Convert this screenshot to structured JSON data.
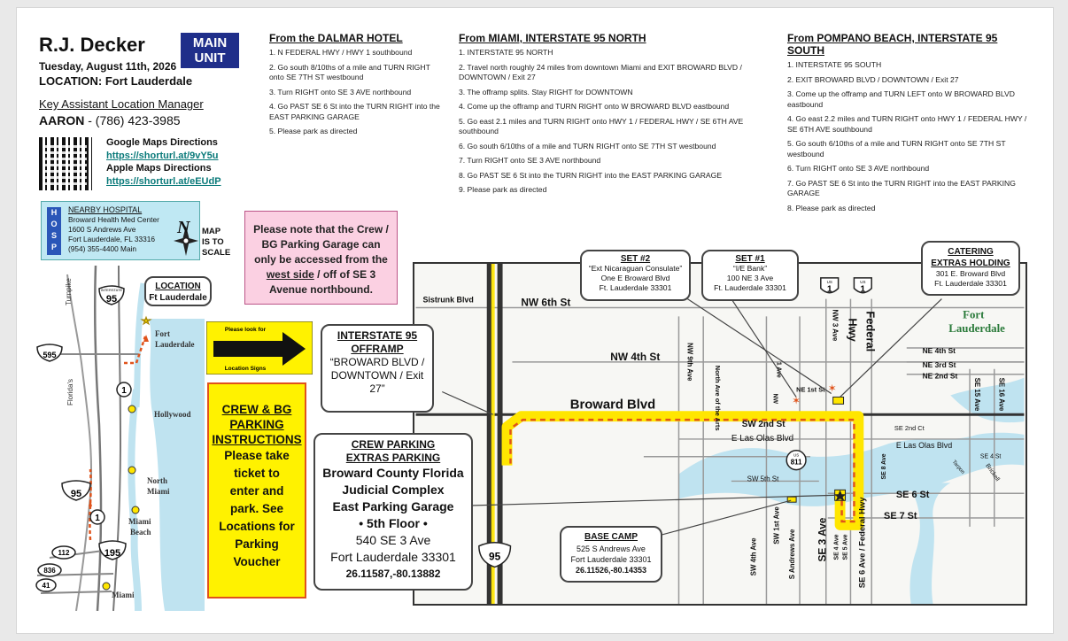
{
  "header": {
    "name": "R.J. Decker",
    "date": "Tuesday, August 11th, 2026",
    "location": "LOCATION: Fort Lauderdale",
    "unit_badge": [
      "MAIN",
      "UNIT"
    ],
    "contact_title": "Key Assistant Location Manager",
    "contact_name": "AARON",
    "contact_phone": " - (786) 423-3985",
    "google_label": "Google Maps Directions",
    "google_url": "https://shorturl.at/9vY5u",
    "apple_label": "Apple Maps Directions",
    "apple_url": "https://shorturl.at/eEUdP"
  },
  "directions": [
    {
      "heading": "From the DALMAR HOTEL",
      "steps": [
        "1. N FEDERAL HWY / HWY 1 southbound",
        "2. Go south 8/10ths of a mile and TURN RIGHT onto SE 7TH ST westbound",
        "3. Turn RIGHT onto SE 3 AVE northbound",
        "4. Go PAST SE 6 St into the TURN RIGHT into the EAST PARKING GARAGE",
        "5. Please park as directed"
      ]
    },
    {
      "heading": "From MIAMI, INTERSTATE 95 NORTH",
      "steps": [
        "1. INTERSTATE 95 NORTH",
        "2. Travel north roughly 24 miles from downtown Miami and EXIT BROWARD BLVD / DOWNTOWN / Exit 27",
        "3. The offramp splits. Stay RIGHT for DOWNTOWN",
        "4. Come up the offramp and TURN RIGHT onto W BROWARD BLVD eastbound",
        "5. Go east 2.1 miles and TURN RIGHT onto HWY 1 / FEDERAL HWY / SE 6TH AVE southbound",
        "6. Go south 6/10ths of a mile and TURN RIGHT onto SE 7TH ST westbound",
        "7. Turn RIGHT onto SE 3 AVE northbound",
        "8. Go PAST SE 6 St into the TURN RIGHT into the EAST PARKING GARAGE",
        "9. Please park as directed"
      ]
    },
    {
      "heading": "From POMPANO BEACH, INTERSTATE 95 SOUTH",
      "steps": [
        "1. INTERSTATE 95 SOUTH",
        "2. EXIT BROWARD BLVD / DOWNTOWN / Exit 27",
        "3. Come up the offramp and TURN LEFT onto W BROWARD BLVD eastbound",
        "4. Go east 2.2 miles and TURN RIGHT onto HWY 1 / FEDERAL HWY / SE 6TH AVE southbound",
        "5. Go south 6/10ths of a mile and TURN RIGHT onto SE 7TH ST westbound",
        "6. Turn RIGHT onto SE 3 AVE northbound",
        "7. Go PAST SE 6 St into the TURN RIGHT into the EAST PARKING GARAGE",
        "8. Please park as directed"
      ]
    }
  ],
  "hospital": {
    "badge": "HOSP",
    "title": "NEARBY HOSPITAL",
    "name": "Broward Health Med Center",
    "street": "1600 S Andrews Ave",
    "city": "Fort Lauderdale, FL 33316",
    "phone": "(954) 355-4400 Main"
  },
  "compass": {
    "letter": "N",
    "scale_note": [
      "MAP",
      "IS TO",
      "SCALE"
    ]
  },
  "note": {
    "before": "Please note that the Crew / BG Parking Garage can only be accessed from the ",
    "emph": "west side",
    "after": " / off of SE 3 Avenue northbound."
  },
  "look_for": {
    "line1": "Please look for",
    "line2": "Location Signs"
  },
  "crew_instructions": {
    "heading": [
      "CREW & BG",
      "PARKING",
      "INSTRUCTIONS"
    ],
    "body": [
      "Please take",
      "ticket to",
      "enter and",
      "park.  See",
      "Locations for",
      "Parking",
      "Voucher"
    ]
  },
  "overview_map": {
    "location_title": "LOCATION",
    "location_sub": "Ft Lauderdale",
    "places": [
      "Fort",
      "Lauderdale",
      "Hollywood",
      "North",
      "Miami",
      "Miami",
      "Beach",
      "Miami"
    ],
    "roads": [
      "Turnpike",
      "Florida's"
    ],
    "shields": [
      "95",
      "595",
      "1",
      "95",
      "1",
      "195",
      "112",
      "836",
      "41"
    ],
    "interstate_word": "INTERSTATE"
  },
  "detail_map": {
    "offramp": [
      "INTERSTATE 95",
      "OFFRAMP",
      "“BROWARD BLVD /",
      "DOWNTOWN / Exit 27”"
    ],
    "crew_parking": {
      "h1": "CREW PARKING",
      "h2": "EXTRAS PARKING",
      "lines": [
        "Broward County Florida",
        "Judicial Complex",
        "East Parking Garage",
        "• 5th Floor •"
      ],
      "addr1": "540 SE 3 Ave",
      "addr2": "Fort Lauderdale 33301",
      "coords": "26.11587,-80.13882"
    },
    "set2": {
      "title": "SET #2",
      "lines": [
        "“Ext Nicaraguan Consulate”",
        "One E Broward Blvd",
        "Ft. Lauderdale 33301"
      ]
    },
    "set1": {
      "title": "SET #1",
      "lines": [
        "“I/E Bank”",
        "100 NE 3 Ave",
        "Ft. Lauderdale 33301"
      ]
    },
    "catering": {
      "title1": "CATERING",
      "title2": "EXTRAS HOLDING",
      "lines": [
        "301 E. Broward Blvd",
        "Ft. Lauderdale 33301"
      ]
    },
    "base_camp": {
      "title": "BASE CAMP",
      "lines": [
        "525 S Andrews Ave",
        "Fort Lauderdale 33301"
      ],
      "coords": "26.11526,-80.14353"
    },
    "streets": {
      "sistrunk": "Sistrunk Blvd",
      "nw6": "NW 6th St",
      "nw4": "NW 4th St",
      "broward": "Broward Blvd",
      "sw2": "SW 2nd St",
      "las_olas_w": "E Las Olas Blvd",
      "sw5": "SW 5th St",
      "se6": "SE 6 St",
      "se7": "SE 7 St",
      "ne4": "NE 4th St",
      "ne3": "NE 3rd St",
      "ne2": "NE 2nd St",
      "ne1": "NE 1st St",
      "se2ct": "SE 2nd Ct",
      "las_olas_e": "E Las Olas Blvd",
      "se4st": "SE 4 St",
      "tarpon": "Tarpon",
      "brickell": "Brickell",
      "nw9": "NW 9th Ave",
      "north_ave": "North Ave of the Arts",
      "first_ave": "1 Ave",
      "nw_small": "NW",
      "nw3": "NW 3 Ave",
      "hwy": "Hwy",
      "federal": "Federal",
      "sw4": "SW 4th Ave",
      "sw1": "SW 1st Ave",
      "andrews": "S Andrews Ave",
      "se3": "SE 3 Ave",
      "se4a": "SE 4 Ave",
      "se5a": "SE 5 Ave",
      "se6a": "SE 6 Ave / Federal Hwy",
      "se8": "SE 8 Ave",
      "se15": "SE 15 Ave",
      "se16": "SE 16 Ave",
      "city1": "Fort",
      "city2": "Lauderdale"
    },
    "shields": [
      "1",
      "1",
      "811",
      "95"
    ],
    "us_word": "US"
  },
  "colors": {
    "route": "#ffe600",
    "route_arrow": "#e0531b",
    "water": "#bfe3f0",
    "unit_blue": "#1f2e8a",
    "link": "#0a7a7a"
  }
}
